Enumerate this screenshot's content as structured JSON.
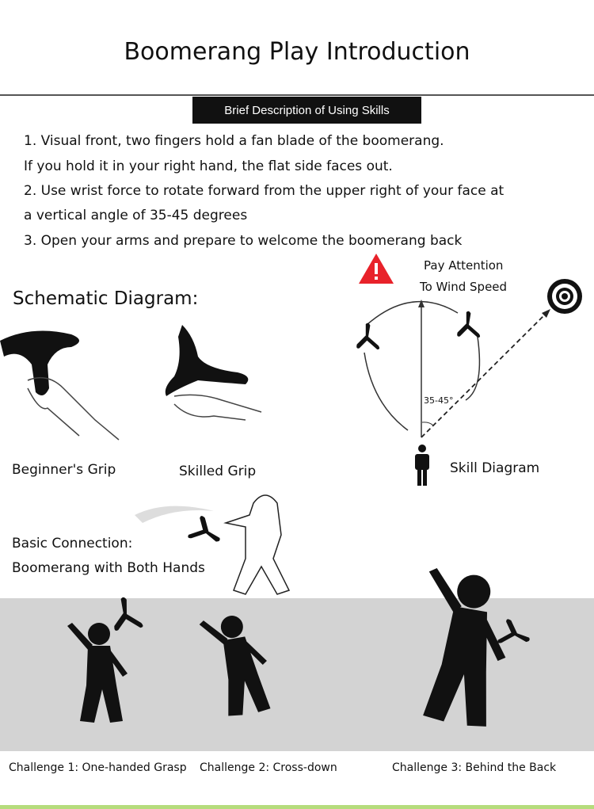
{
  "title": "Boomerang Play Introduction",
  "badge": "Brief Description of Using Skills",
  "steps": [
    "1. Visual front, two fingers hold a fan blade of the boomerang.",
    "If you hold it in your right hand, the flat side faces out.",
    "2. Use wrist force to rotate forward from the upper right of your face at",
    "a vertical angle of 35-45 degrees",
    "3. Open your arms and prepare to welcome the boomerang back"
  ],
  "schematic_heading": "Schematic Diagram:",
  "warning": {
    "line1": "Pay Attention",
    "line2": "To Wind Speed",
    "icon": "warning-triangle-icon",
    "color": "#e8222a"
  },
  "angle_label": "35-45°",
  "grips": {
    "beginner": "Beginner's Grip",
    "skilled": "Skilled Grip",
    "skill_diagram": "Skill Diagram"
  },
  "basic": {
    "line1": "Basic Connection:",
    "line2": "Boomerang with Both Hands"
  },
  "challenges": [
    "Challenge 1: One-handed Grasp",
    "Challenge 2: Cross-down",
    "Challenge 3: Behind the Back"
  ],
  "colors": {
    "band": "#d3d3d3",
    "accent": "#b5dc7c"
  }
}
